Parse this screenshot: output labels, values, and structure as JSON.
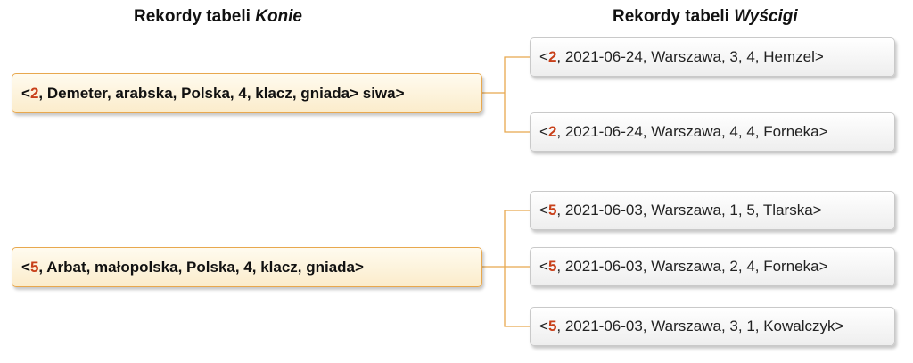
{
  "headers": {
    "left_prefix": "Rekordy tabeli",
    "left_table": "Konie",
    "right_prefix": "Rekordy tabeli",
    "right_table": "Wyścigi"
  },
  "groups": [
    {
      "parent": {
        "open": "<",
        "key": "2",
        "rest": ", Demeter, arabska, Polska, 4, klacz, gniada> siwa>"
      },
      "children": [
        {
          "open": "<",
          "key": "2",
          "rest": ", 2021-06-24, Warszawa, 3, 4, Hemzel>"
        },
        {
          "open": "<",
          "key": "2",
          "rest": ", 2021-06-24, Warszawa, 4, 4, Forneka>"
        }
      ]
    },
    {
      "parent": {
        "open": "<",
        "key": "5",
        "rest": ", Arbat, małopolska, Polska, 4, klacz, gniada>"
      },
      "children": [
        {
          "open": "<",
          "key": "5",
          "rest": ", 2021-06-03, Warszawa, 1, 5, Tlarska>"
        },
        {
          "open": "<",
          "key": "5",
          "rest": ", 2021-06-03, Warszawa, 2, 4, Forneka>"
        },
        {
          "open": "<",
          "key": "5",
          "rest": ", 2021-06-03, Warszawa, 3, 1, Kowalczyk>"
        }
      ]
    }
  ],
  "colors": {
    "key_accent": "#c8401a",
    "connector": "#e8a84e",
    "parent_border": "#e8a84e",
    "child_border": "#c9c9c9"
  }
}
